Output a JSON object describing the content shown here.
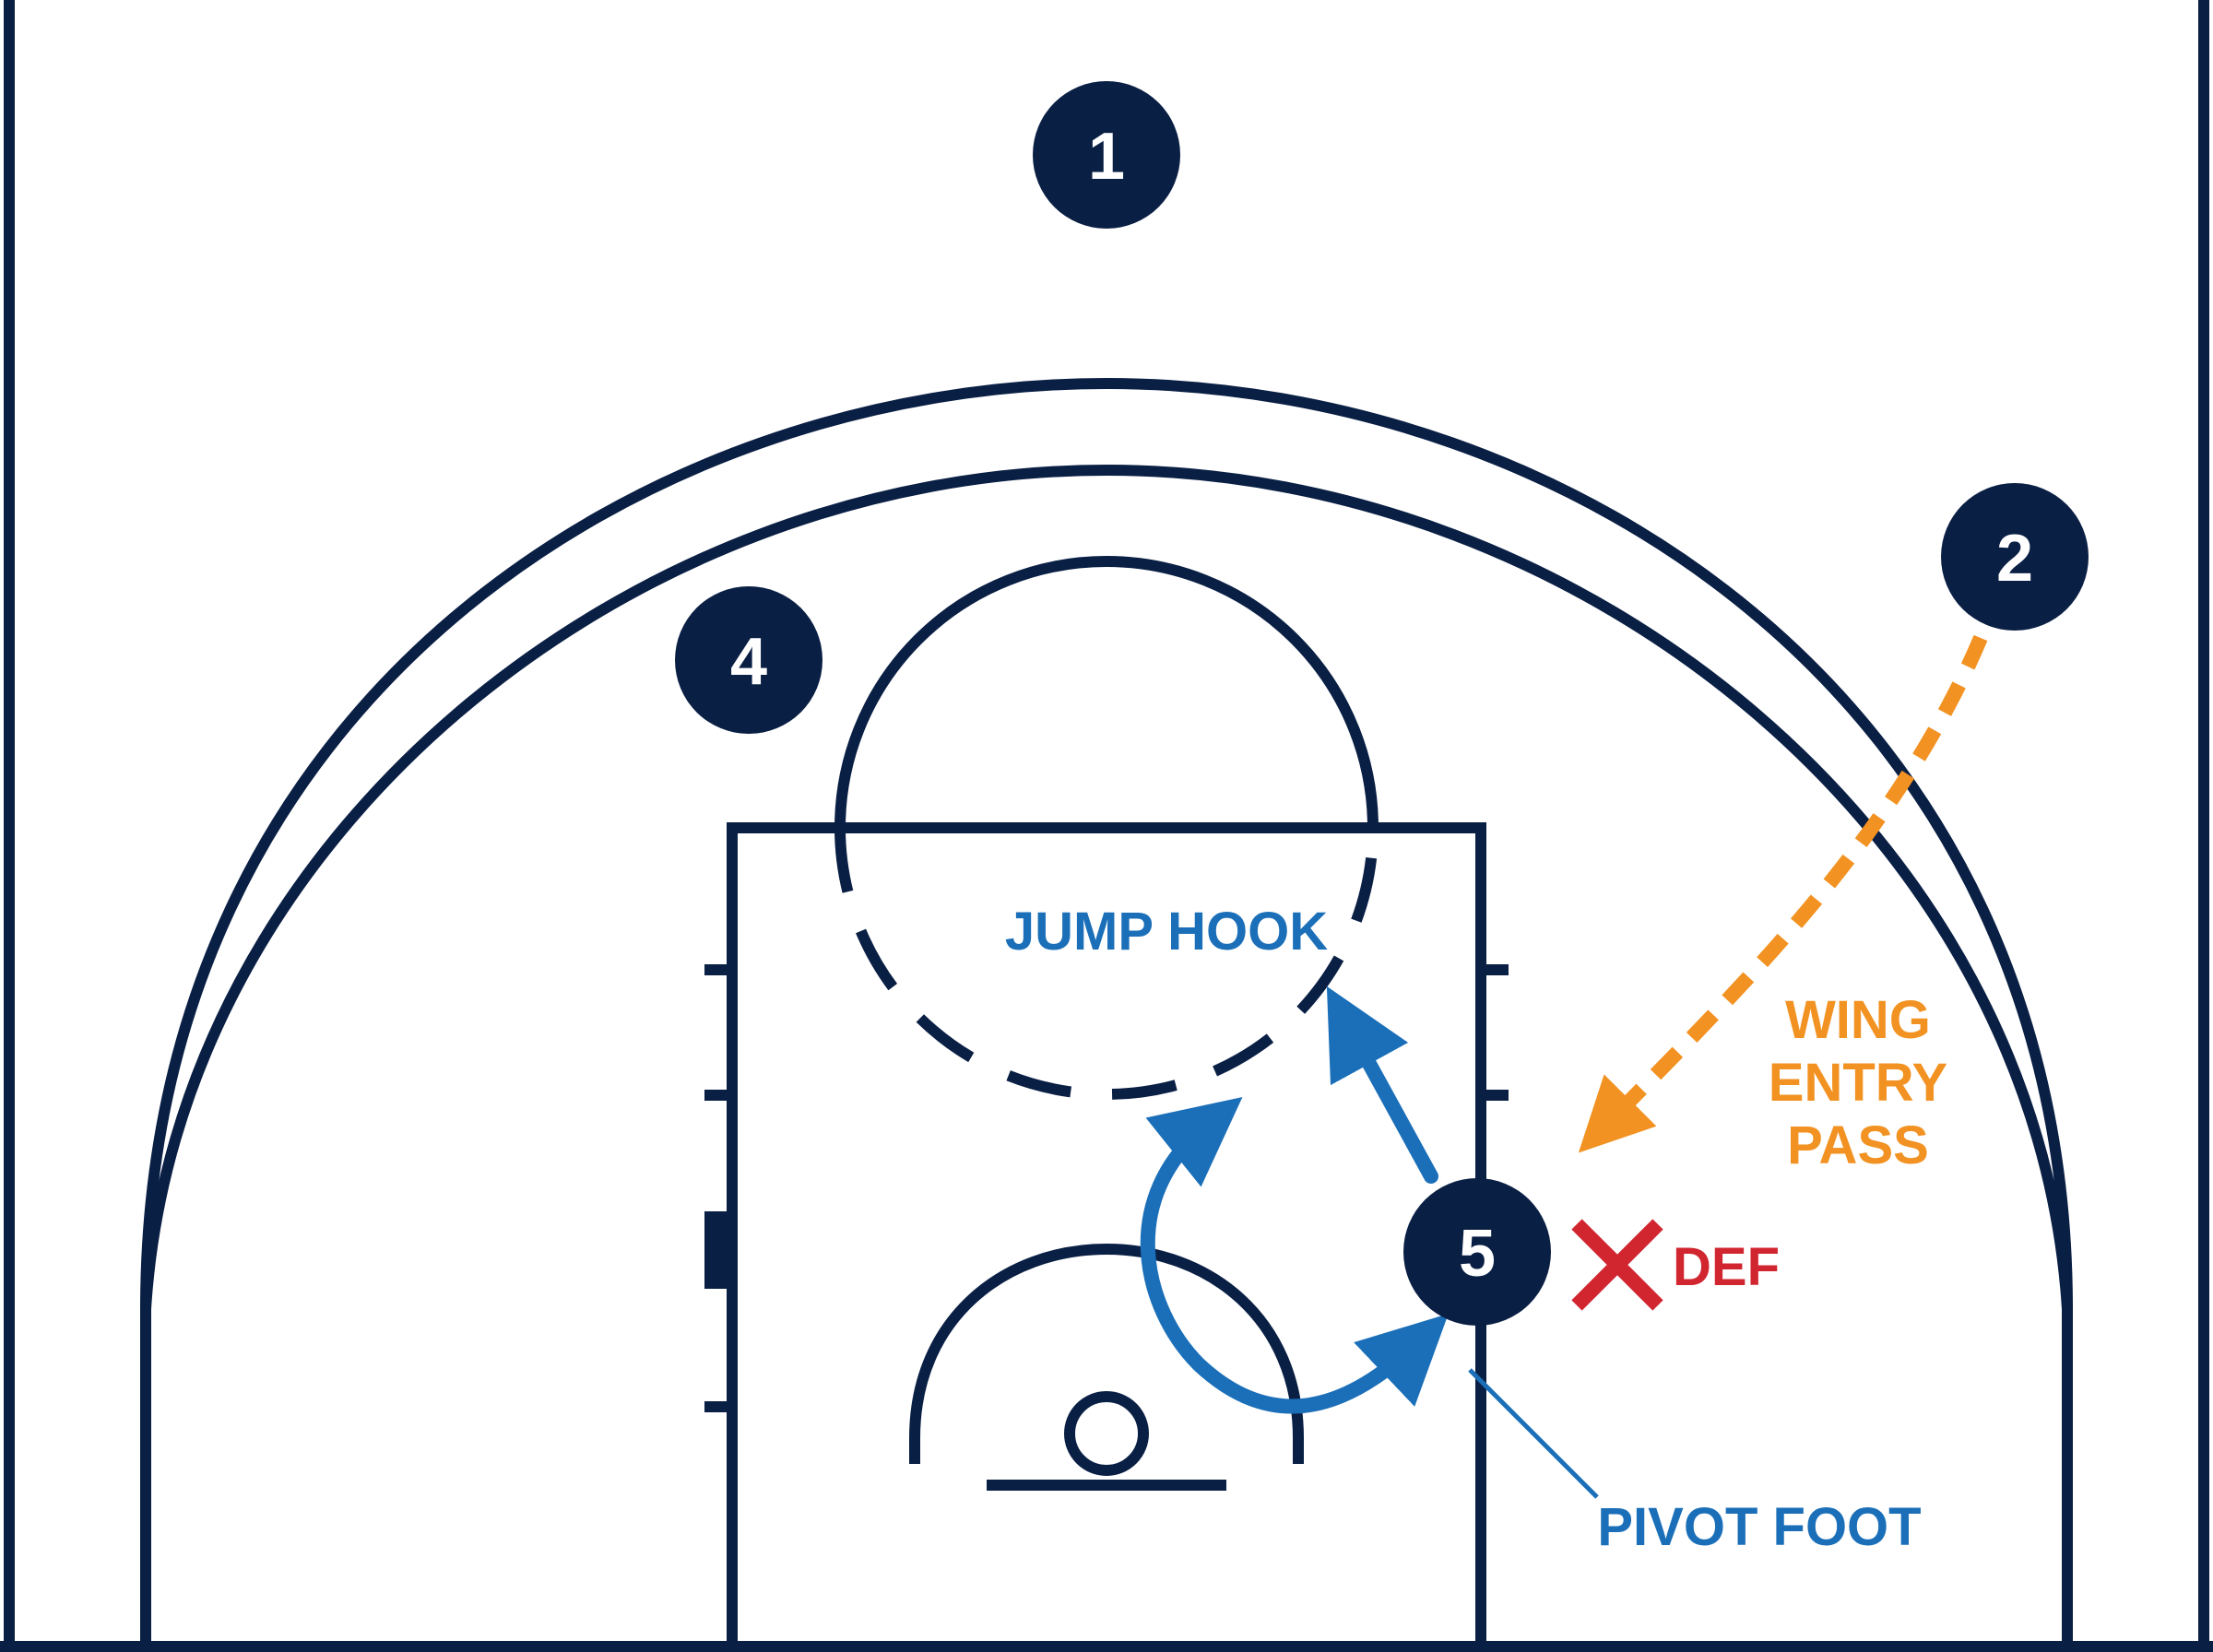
{
  "colors": {
    "court": "#0a1f44",
    "player_fill": "#0a1f44",
    "player_text": "#ffffff",
    "movement": "#1b6fb8",
    "pass": "#f29222",
    "defender": "#d12630"
  },
  "players": [
    {
      "id": "p1",
      "number": "1"
    },
    {
      "id": "p2",
      "number": "2"
    },
    {
      "id": "p4",
      "number": "4"
    },
    {
      "id": "p5",
      "number": "5"
    }
  ],
  "labels": {
    "jump_hook": "JUMP HOOK",
    "wing_entry_pass": [
      "WING",
      "ENTRY",
      "PASS"
    ],
    "defender": "DEF",
    "pivot_foot": "PIVOT FOOT"
  },
  "icons": {
    "defender_marker": "x-icon"
  }
}
